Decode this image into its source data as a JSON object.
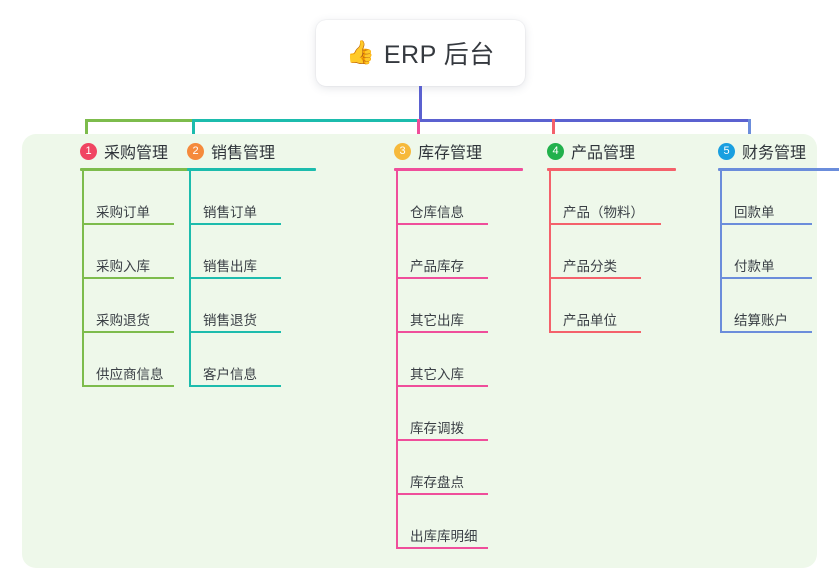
{
  "root": {
    "icon": "thumbs-up-icon",
    "icon_glyph": "👍",
    "title": "ERP 后台"
  },
  "panel": {
    "background": "#eef8ea"
  },
  "columns": [
    {
      "number": "1",
      "title": "采购管理",
      "badge_color": "#f04562",
      "line_color": "#7dbc4c",
      "items": [
        {
          "label": "采购订单"
        },
        {
          "label": "采购入库"
        },
        {
          "label": "采购退货"
        },
        {
          "label": "供应商信息"
        }
      ]
    },
    {
      "number": "2",
      "title": "销售管理",
      "badge_color": "#f58a3c",
      "line_color": "#1cbcad",
      "items": [
        {
          "label": "销售订单"
        },
        {
          "label": "销售出库"
        },
        {
          "label": "销售退货"
        },
        {
          "label": "客户信息"
        }
      ]
    },
    {
      "number": "3",
      "title": "库存管理",
      "badge_color": "#f6b93b",
      "line_color": "#ef4e9b",
      "items": [
        {
          "label": "仓库信息"
        },
        {
          "label": "产品库存"
        },
        {
          "label": "其它出库"
        },
        {
          "label": "其它入库"
        },
        {
          "label": "库存调拨"
        },
        {
          "label": "库存盘点"
        },
        {
          "label": "出库库明细"
        }
      ]
    },
    {
      "number": "4",
      "title": "产品管理",
      "badge_color": "#22b14c",
      "line_color": "#f4616b",
      "items": [
        {
          "label": "产品（物料）"
        },
        {
          "label": "产品分类"
        },
        {
          "label": "产品单位"
        }
      ]
    },
    {
      "number": "5",
      "title": "财务管理",
      "badge_color": "#1a9fe0",
      "line_color": "#6b8ddb",
      "items": [
        {
          "label": "回款单"
        },
        {
          "label": "付款单"
        },
        {
          "label": "结算账户"
        }
      ]
    }
  ],
  "connectors": {
    "trunk_color": "#5b61d0",
    "bus_left_color": "#7dbc4c",
    "bus_mid_color": "#1cbcad",
    "bus_right_color": "#5b61d0",
    "drop_colors": [
      "#7dbc4c",
      "#1cbcad",
      "#ef4e9b",
      "#f4616b",
      "#6b8ddb"
    ]
  }
}
